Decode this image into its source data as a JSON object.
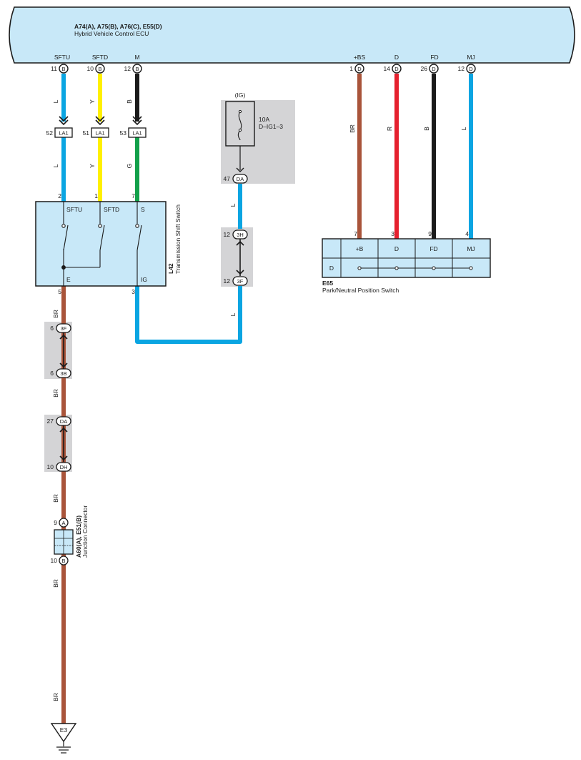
{
  "colors": {
    "panel": "#c8e8f8",
    "gray": "#d4d4d6",
    "wire_blue": "#0aa5e2",
    "wire_yellow": "#fff000",
    "wire_black": "#1a1a1a",
    "wire_green": "#12a04a",
    "wire_brown": "#a9543a",
    "wire_red": "#e5202e"
  },
  "ecu": {
    "title": "A74(A), A75(B), A76(C), E55(D)",
    "subtitle": "Hybrid Vehicle Control ECU",
    "pins": [
      {
        "label": "SFTU",
        "pin": "11",
        "conn": "B",
        "wire": "L"
      },
      {
        "label": "SFTD",
        "pin": "10",
        "conn": "B",
        "wire": "Y"
      },
      {
        "label": "M",
        "pin": "12",
        "conn": "B",
        "wire": "B"
      },
      {
        "label": "+BS",
        "pin": "1",
        "conn": "D",
        "wire": "BR"
      },
      {
        "label": "D",
        "pin": "14",
        "conn": "D",
        "wire": "R"
      },
      {
        "label": "FD",
        "pin": "26",
        "conn": "D",
        "wire": "B"
      },
      {
        "label": "MJ",
        "pin": "12",
        "conn": "D",
        "wire": "L"
      }
    ]
  },
  "la1": {
    "conn": "LA1",
    "pins": [
      "52",
      "51",
      "53"
    ],
    "wires_below": [
      "L",
      "Y",
      "G"
    ]
  },
  "shift_switch": {
    "code": "L42",
    "name": "Transmission Shift Switch",
    "top_pins": [
      "2",
      "1",
      "7"
    ],
    "terms_top": [
      "SFTU",
      "SFTD",
      "S"
    ],
    "terms_bottom": [
      "E",
      "IG"
    ],
    "bottom_pins": [
      "5",
      "3"
    ]
  },
  "fuse": {
    "source": "(IG)",
    "rating": "10A",
    "name": "D–IG1–3",
    "out_pin": "47",
    "out_conn": "DA",
    "wire_l1": "L",
    "wire_l2": "L"
  },
  "jc_3h3f": {
    "pin_a": "12",
    "conn_a": "3H",
    "pin_b": "12",
    "conn_b": "3F"
  },
  "ground_path": {
    "jc1": {
      "pin_a": "6",
      "conn_a": "3F",
      "pin_b": "6",
      "conn_b": "3B"
    },
    "jc2": {
      "pin_a": "27",
      "conn_a": "DA",
      "pin_b": "10",
      "conn_b": "DH"
    },
    "wire": "BR"
  },
  "junction_connector": {
    "code": "A60(A), E51(B)",
    "name": "Junction Connector",
    "pin_a": "9",
    "conn_a": "A",
    "pin_b": "10",
    "conn_b": "B"
  },
  "ground": {
    "label": "E3"
  },
  "pn_switch": {
    "code": "E65",
    "name": "Park/Neutral Position Switch",
    "pins": [
      "7",
      "3",
      "9",
      "4"
    ],
    "headers": [
      "+B",
      "D",
      "FD",
      "MJ"
    ],
    "row_label": "D"
  }
}
